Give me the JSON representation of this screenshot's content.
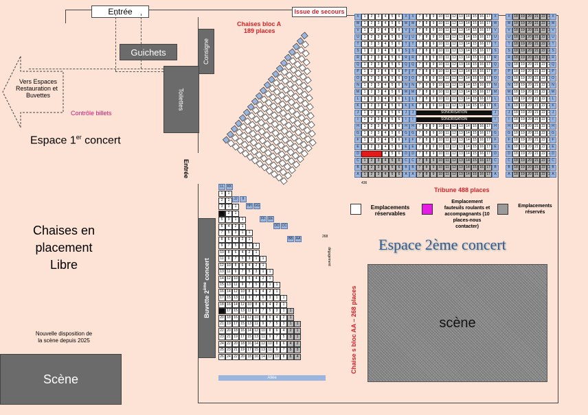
{
  "top": {
    "entrance": "Entrée",
    "emergency_exit": "Issue de secours"
  },
  "left": {
    "guichets": "Guichets",
    "consigne": "Consigne",
    "toilettes": "Toilettes",
    "vers_espaces_1": "Vers Espaces",
    "vers_espaces_2": "Restauration et",
    "vers_espaces_3": "Buvettes",
    "controle": "Contrôle billets",
    "espace1_main": "Espace 1",
    "espace1_sup": "er",
    "espace1_end": " concert",
    "entree_side": "Entrée",
    "chaises_1": "Chaises en",
    "chaises_2": "placement",
    "chaises_3": "Libre",
    "nouvelle_1": "Nouvelle disposition de",
    "nouvelle_2": "la scène depuis 2025",
    "scene_small": "Scène"
  },
  "bloc_a": {
    "title_1": "Chaises bloc A",
    "title_2": "189 places"
  },
  "tribune": {
    "label": "Tribune 488 places",
    "sonorisation": "SONORISATION",
    "count_note": "436",
    "row_letters": [
      "X",
      "W",
      "V",
      "U",
      "T",
      "S",
      "R",
      "Q",
      "P",
      "O",
      "N",
      "M",
      "L",
      "K",
      "J",
      "I",
      "H",
      "G",
      "F",
      "E",
      "D",
      "C",
      "B",
      "A"
    ]
  },
  "bloc_aa": {
    "title": "Chaise s bloc AA – 268 places",
    "buvette_main": "Buvette 2",
    "buvette_sup": "ème",
    "buvette_end": " concert",
    "allee": "Allée",
    "count_note": "268",
    "top_labels": [
      "LL",
      "KK",
      "JJ",
      "II",
      "HH",
      "GG",
      "FF",
      "EE",
      "DD",
      "CC",
      "BB",
      "AA"
    ],
    "side_note": "dégagement"
  },
  "legend": {
    "reservable": "Emplacements réservables",
    "pmr_1": "Emplacement",
    "pmr_2": "fauteuils roulants et",
    "pmr_3": "accompagnants (10",
    "pmr_4": "places-nous",
    "pmr_5": "contacter)",
    "reserved_1": "Emplacements",
    "reserved_2": "réservés",
    "colors": {
      "reservable": "#ffffff",
      "pmr": "#e61be6",
      "reserved": "#9a9a9a"
    }
  },
  "main": {
    "espace2": "Espace 2ème concert",
    "scene": "scène"
  }
}
